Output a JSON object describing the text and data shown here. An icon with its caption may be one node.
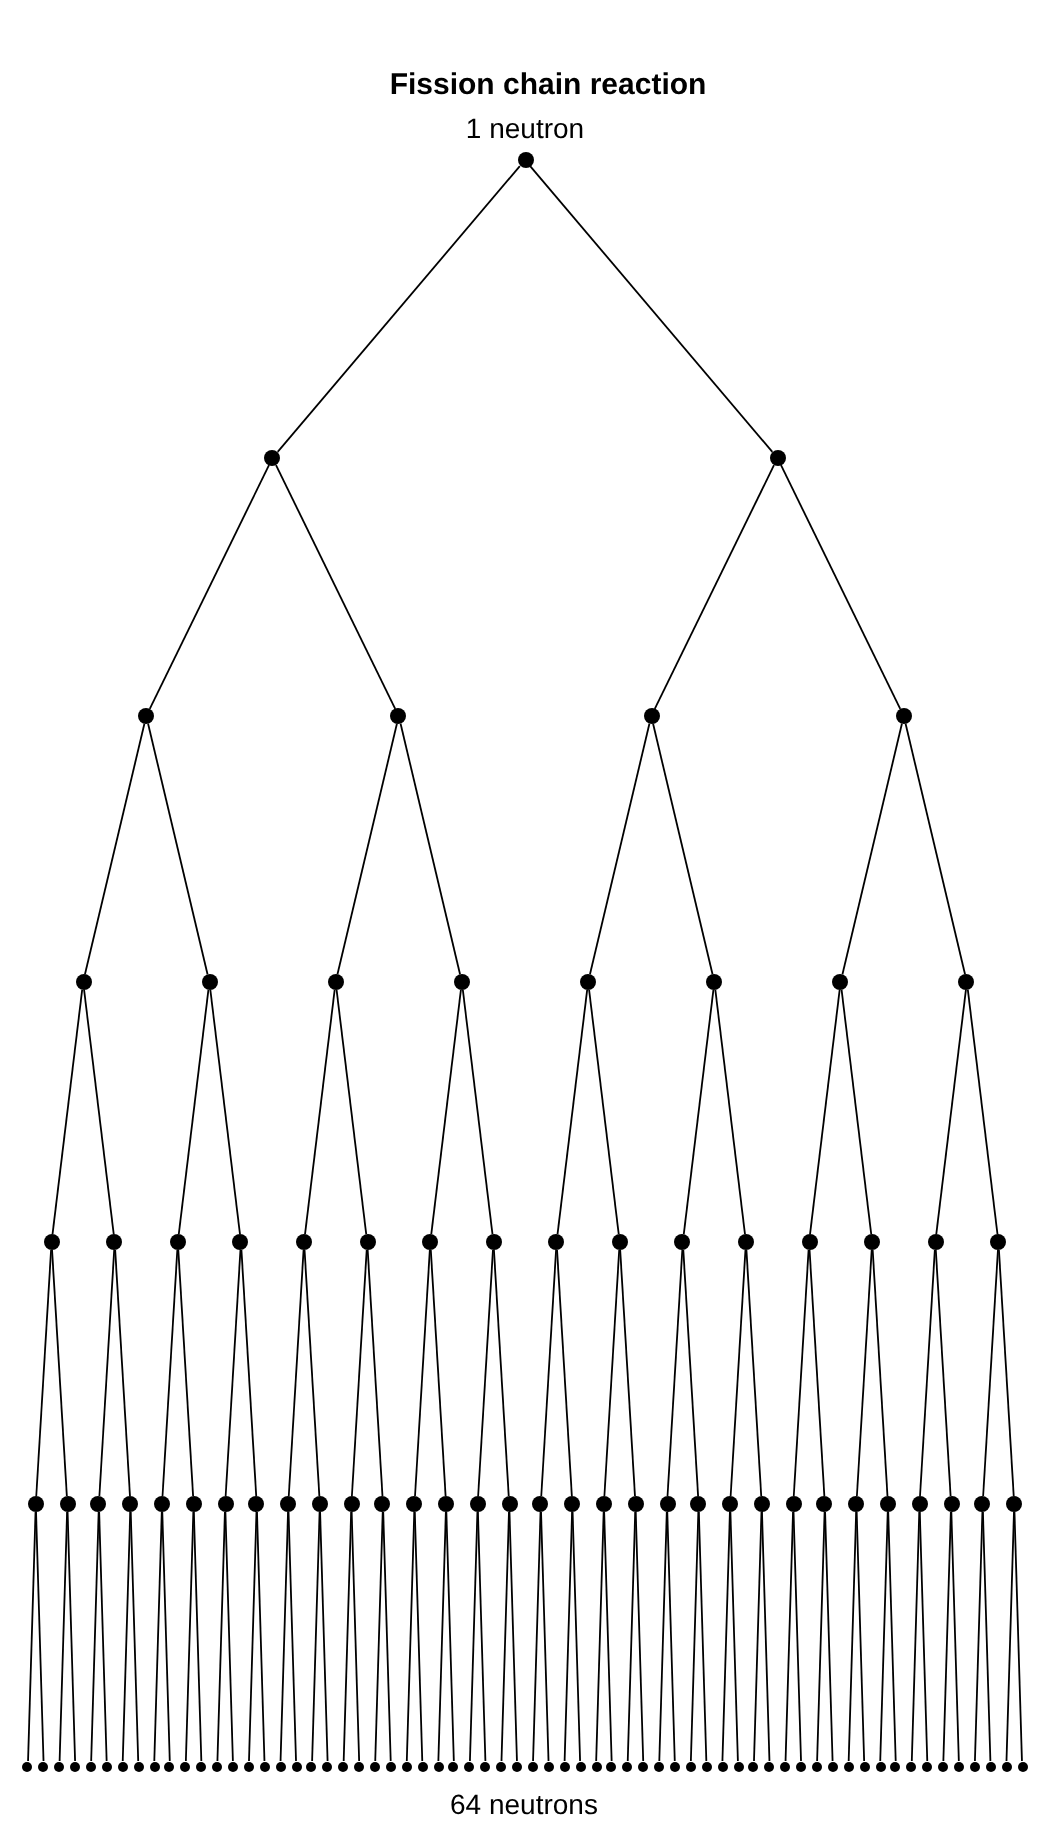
{
  "diagram": {
    "title": "Fission chain reaction",
    "nodes": [
      {
        "text": [],
        "shape": "circle",
        "beside": [
          "1 neutron"
        ]
      },
      {
        "text": [],
        "shape": "circle"
      },
      {
        "text": [],
        "shape": "circle"
      },
      {
        "text": [],
        "shape": "circle"
      },
      {
        "text": [],
        "shape": "circle"
      },
      {
        "text": [],
        "shape": "circle"
      },
      {
        "text": [],
        "shape": "circle"
      },
      {
        "text": [],
        "shape": "circle"
      },
      {
        "text": [],
        "shape": "circle"
      },
      {
        "text": [],
        "shape": "circle"
      },
      {
        "text": [],
        "shape": "circle"
      },
      {
        "text": [],
        "shape": "circle"
      },
      {
        "text": [],
        "shape": "circle"
      },
      {
        "text": [],
        "shape": "circle"
      },
      {
        "text": [],
        "shape": "circle"
      },
      {
        "text": [],
        "shape": "circle"
      },
      {
        "text": [],
        "shape": "circle"
      },
      {
        "text": [],
        "shape": "circle"
      },
      {
        "text": [],
        "shape": "circle"
      },
      {
        "text": [],
        "shape": "circle"
      },
      {
        "text": [],
        "shape": "circle"
      },
      {
        "text": [],
        "shape": "circle"
      },
      {
        "text": [],
        "shape": "circle"
      },
      {
        "text": [],
        "shape": "circle"
      },
      {
        "text": [],
        "shape": "circle"
      },
      {
        "text": [],
        "shape": "circle"
      },
      {
        "text": [],
        "shape": "circle"
      },
      {
        "text": [],
        "shape": "circle"
      },
      {
        "text": [],
        "shape": "circle"
      },
      {
        "text": [],
        "shape": "circle"
      },
      {
        "text": [],
        "shape": "circle"
      },
      {
        "text": [],
        "shape": "circle"
      },
      {
        "text": [],
        "shape": "circle"
      },
      {
        "text": [],
        "shape": "circle"
      },
      {
        "text": [],
        "shape": "circle"
      },
      {
        "text": [],
        "shape": "circle"
      },
      {
        "text": [],
        "shape": "circle"
      },
      {
        "text": [],
        "shape": "circle"
      },
      {
        "text": [],
        "shape": "circle"
      },
      {
        "text": [],
        "shape": "circle"
      },
      {
        "text": [],
        "shape": "circle"
      },
      {
        "text": [],
        "shape": "circle"
      },
      {
        "text": [],
        "shape": "circle"
      },
      {
        "text": [],
        "shape": "circle"
      },
      {
        "text": [],
        "shape": "circle"
      },
      {
        "text": [],
        "shape": "circle"
      },
      {
        "text": [],
        "shape": "circle"
      },
      {
        "text": [],
        "shape": "circle"
      },
      {
        "text": [],
        "shape": "circle"
      },
      {
        "text": [],
        "shape": "circle"
      },
      {
        "text": [],
        "shape": "circle"
      },
      {
        "text": [],
        "shape": "circle"
      },
      {
        "text": [],
        "shape": "circle"
      },
      {
        "text": [],
        "shape": "circle"
      },
      {
        "text": [],
        "shape": "circle"
      },
      {
        "text": [],
        "shape": "circle"
      },
      {
        "text": [],
        "shape": "circle"
      },
      {
        "text": [],
        "shape": "circle"
      },
      {
        "text": [],
        "shape": "circle"
      },
      {
        "text": [],
        "shape": "circle"
      },
      {
        "text": [],
        "shape": "circle"
      },
      {
        "text": [],
        "shape": "circle"
      },
      {
        "text": [],
        "shape": "circle"
      },
      {
        "text": [],
        "shape": "circle"
      },
      {
        "text": [],
        "shape": "circle"
      },
      {
        "text": [],
        "shape": "circle"
      },
      {
        "text": [],
        "shape": "circle"
      },
      {
        "text": [],
        "shape": "circle"
      },
      {
        "text": [],
        "shape": "circle"
      },
      {
        "text": [],
        "shape": "circle"
      },
      {
        "text": [],
        "shape": "circle"
      },
      {
        "text": [],
        "shape": "circle"
      },
      {
        "text": [],
        "shape": "circle"
      },
      {
        "text": [],
        "shape": "circle"
      },
      {
        "text": [],
        "shape": "circle"
      },
      {
        "text": [],
        "shape": "circle"
      },
      {
        "text": [],
        "shape": "circle"
      },
      {
        "text": [],
        "shape": "circle"
      },
      {
        "text": [],
        "shape": "circle"
      },
      {
        "text": [],
        "shape": "circle"
      },
      {
        "text": [],
        "shape": "circle"
      },
      {
        "text": [],
        "shape": "circle"
      },
      {
        "text": [],
        "shape": "circle"
      },
      {
        "text": [],
        "shape": "circle"
      },
      {
        "text": [],
        "shape": "circle"
      },
      {
        "text": [],
        "shape": "circle"
      },
      {
        "text": [],
        "shape": "circle"
      },
      {
        "text": [],
        "shape": "circle"
      },
      {
        "text": [],
        "shape": "circle"
      },
      {
        "text": [],
        "shape": "circle"
      },
      {
        "text": [],
        "shape": "circle"
      },
      {
        "text": [],
        "shape": "circle"
      },
      {
        "text": [],
        "shape": "circle"
      },
      {
        "text": [],
        "shape": "circle"
      },
      {
        "text": [],
        "shape": "circle"
      },
      {
        "text": [],
        "shape": "circle"
      },
      {
        "text": [],
        "shape": "circle"
      },
      {
        "text": [],
        "shape": "circle"
      },
      {
        "text": [],
        "shape": "circle"
      },
      {
        "text": [],
        "shape": "circle"
      },
      {
        "text": [],
        "shape": "circle"
      },
      {
        "text": [],
        "shape": "circle"
      },
      {
        "text": [],
        "shape": "circle"
      },
      {
        "text": [],
        "shape": "circle"
      },
      {
        "text": [],
        "shape": "circle"
      },
      {
        "text": [],
        "shape": "circle"
      },
      {
        "text": [],
        "shape": "circle"
      },
      {
        "text": [],
        "shape": "circle"
      },
      {
        "text": [],
        "shape": "circle"
      },
      {
        "text": [],
        "shape": "circle"
      },
      {
        "text": [],
        "shape": "circle"
      },
      {
        "text": [],
        "shape": "circle"
      },
      {
        "text": [],
        "shape": "circle"
      },
      {
        "text": [],
        "shape": "circle"
      },
      {
        "text": [],
        "shape": "circle"
      },
      {
        "text": [],
        "shape": "circle"
      },
      {
        "text": [],
        "shape": "circle"
      },
      {
        "text": [],
        "shape": "circle"
      },
      {
        "text": [],
        "shape": "circle"
      },
      {
        "text": [],
        "shape": "circle"
      },
      {
        "text": [],
        "shape": "circle"
      },
      {
        "text": [],
        "shape": "circle"
      },
      {
        "text": [],
        "shape": "circle"
      },
      {
        "text": [],
        "shape": "circle"
      },
      {
        "text": [],
        "shape": "circle"
      },
      {
        "text": [],
        "shape": "circle"
      },
      {
        "text": [],
        "shape": "circle"
      }
    ],
    "edges": [
      {
        "from": 0,
        "to": 1,
        "arrow": "none"
      },
      {
        "from": 0,
        "to": 2,
        "arrow": "none"
      },
      {
        "from": 1,
        "to": 3,
        "arrow": "none"
      },
      {
        "from": 1,
        "to": 4,
        "arrow": "none"
      },
      {
        "from": 2,
        "to": 5,
        "arrow": "none"
      },
      {
        "from": 2,
        "to": 6,
        "arrow": "none"
      },
      {
        "from": 3,
        "to": 7,
        "arrow": "none"
      },
      {
        "from": 3,
        "to": 8,
        "arrow": "none"
      },
      {
        "from": 4,
        "to": 9,
        "arrow": "none"
      },
      {
        "from": 4,
        "to": 10,
        "arrow": "none"
      },
      {
        "from": 5,
        "to": 11,
        "arrow": "none"
      },
      {
        "from": 5,
        "to": 12,
        "arrow": "none"
      },
      {
        "from": 6,
        "to": 13,
        "arrow": "none"
      },
      {
        "from": 6,
        "to": 14,
        "arrow": "none"
      },
      {
        "from": 7,
        "to": 15,
        "arrow": "none"
      },
      {
        "from": 7,
        "to": 16,
        "arrow": "none"
      },
      {
        "from": 8,
        "to": 17,
        "arrow": "none"
      },
      {
        "from": 8,
        "to": 18,
        "arrow": "none"
      },
      {
        "from": 9,
        "to": 19,
        "arrow": "none"
      },
      {
        "from": 9,
        "to": 20,
        "arrow": "none"
      },
      {
        "from": 10,
        "to": 21,
        "arrow": "none"
      },
      {
        "from": 10,
        "to": 22,
        "arrow": "none"
      },
      {
        "from": 11,
        "to": 23,
        "arrow": "none"
      },
      {
        "from": 11,
        "to": 24,
        "arrow": "none"
      },
      {
        "from": 12,
        "to": 25,
        "arrow": "none"
      },
      {
        "from": 12,
        "to": 26,
        "arrow": "none"
      },
      {
        "from": 13,
        "to": 27,
        "arrow": "none"
      },
      {
        "from": 13,
        "to": 28,
        "arrow": "none"
      },
      {
        "from": 14,
        "to": 29,
        "arrow": "none"
      },
      {
        "from": 14,
        "to": 30,
        "arrow": "none"
      },
      {
        "from": 15,
        "to": 31,
        "arrow": "none"
      },
      {
        "from": 15,
        "to": 32,
        "arrow": "none"
      },
      {
        "from": 16,
        "to": 33,
        "arrow": "none"
      },
      {
        "from": 16,
        "to": 34,
        "arrow": "none"
      },
      {
        "from": 17,
        "to": 35,
        "arrow": "none"
      },
      {
        "from": 17,
        "to": 36,
        "arrow": "none"
      },
      {
        "from": 18,
        "to": 37,
        "arrow": "none"
      },
      {
        "from": 18,
        "to": 38,
        "arrow": "none"
      },
      {
        "from": 19,
        "to": 39,
        "arrow": "none"
      },
      {
        "from": 19,
        "to": 40,
        "arrow": "none"
      },
      {
        "from": 20,
        "to": 41,
        "arrow": "none"
      },
      {
        "from": 20,
        "to": 42,
        "arrow": "none"
      },
      {
        "from": 21,
        "to": 43,
        "arrow": "none"
      },
      {
        "from": 21,
        "to": 44,
        "arrow": "none"
      },
      {
        "from": 22,
        "to": 45,
        "arrow": "none"
      },
      {
        "from": 22,
        "to": 46,
        "arrow": "none"
      },
      {
        "from": 23,
        "to": 47,
        "arrow": "none"
      },
      {
        "from": 23,
        "to": 48,
        "arrow": "none"
      },
      {
        "from": 24,
        "to": 49,
        "arrow": "none"
      },
      {
        "from": 24,
        "to": 50,
        "arrow": "none"
      },
      {
        "from": 25,
        "to": 51,
        "arrow": "none"
      },
      {
        "from": 25,
        "to": 52,
        "arrow": "none"
      },
      {
        "from": 26,
        "to": 53,
        "arrow": "none"
      },
      {
        "from": 26,
        "to": 54,
        "arrow": "none"
      },
      {
        "from": 27,
        "to": 55,
        "arrow": "none"
      },
      {
        "from": 27,
        "to": 56,
        "arrow": "none"
      },
      {
        "from": 28,
        "to": 57,
        "arrow": "none"
      },
      {
        "from": 28,
        "to": 58,
        "arrow": "none"
      },
      {
        "from": 29,
        "to": 59,
        "arrow": "none"
      },
      {
        "from": 29,
        "to": 60,
        "arrow": "none"
      },
      {
        "from": 30,
        "to": 61,
        "arrow": "none"
      },
      {
        "from": 30,
        "to": 62,
        "arrow": "none"
      },
      {
        "from": 31,
        "to": 63,
        "arrow": "none"
      },
      {
        "from": 31,
        "to": 64,
        "arrow": "none"
      },
      {
        "from": 32,
        "to": 65,
        "arrow": "none"
      },
      {
        "from": 32,
        "to": 66,
        "arrow": "none"
      },
      {
        "from": 33,
        "to": 67,
        "arrow": "none"
      },
      {
        "from": 33,
        "to": 68,
        "arrow": "none"
      },
      {
        "from": 34,
        "to": 69,
        "arrow": "none"
      },
      {
        "from": 34,
        "to": 70,
        "arrow": "none"
      },
      {
        "from": 35,
        "to": 71,
        "arrow": "none"
      },
      {
        "from": 35,
        "to": 72,
        "arrow": "none"
      },
      {
        "from": 36,
        "to": 73,
        "arrow": "none"
      },
      {
        "from": 36,
        "to": 74,
        "arrow": "none"
      },
      {
        "from": 37,
        "to": 75,
        "arrow": "none"
      },
      {
        "from": 37,
        "to": 76,
        "arrow": "none"
      },
      {
        "from": 38,
        "to": 77,
        "arrow": "none"
      },
      {
        "from": 38,
        "to": 78,
        "arrow": "none"
      },
      {
        "from": 39,
        "to": 79,
        "arrow": "none"
      },
      {
        "from": 39,
        "to": 80,
        "arrow": "none"
      },
      {
        "from": 40,
        "to": 81,
        "arrow": "none"
      },
      {
        "from": 40,
        "to": 82,
        "arrow": "none"
      },
      {
        "from": 41,
        "to": 83,
        "arrow": "none"
      },
      {
        "from": 41,
        "to": 84,
        "arrow": "none"
      },
      {
        "from": 42,
        "to": 85,
        "arrow": "none"
      },
      {
        "from": 42,
        "to": 86,
        "arrow": "none"
      },
      {
        "from": 43,
        "to": 87,
        "arrow": "none"
      },
      {
        "from": 43,
        "to": 88,
        "arrow": "none"
      },
      {
        "from": 44,
        "to": 89,
        "arrow": "none"
      },
      {
        "from": 44,
        "to": 90,
        "arrow": "none"
      },
      {
        "from": 45,
        "to": 91,
        "arrow": "none"
      },
      {
        "from": 45,
        "to": 92,
        "arrow": "none"
      },
      {
        "from": 46,
        "to": 93,
        "arrow": "none"
      },
      {
        "from": 46,
        "to": 94,
        "arrow": "none"
      },
      {
        "from": 47,
        "to": 95,
        "arrow": "none"
      },
      {
        "from": 47,
        "to": 96,
        "arrow": "none"
      },
      {
        "from": 48,
        "to": 97,
        "arrow": "none"
      },
      {
        "from": 48,
        "to": 98,
        "arrow": "none"
      },
      {
        "from": 49,
        "to": 99,
        "arrow": "none"
      },
      {
        "from": 49,
        "to": 100,
        "arrow": "none"
      },
      {
        "from": 50,
        "to": 101,
        "arrow": "none"
      },
      {
        "from": 50,
        "to": 102,
        "arrow": "none"
      },
      {
        "from": 51,
        "to": 103,
        "arrow": "none"
      },
      {
        "from": 51,
        "to": 104,
        "arrow": "none"
      },
      {
        "from": 52,
        "to": 105,
        "arrow": "none"
      },
      {
        "from": 52,
        "to": 106,
        "arrow": "none"
      },
      {
        "from": 53,
        "to": 107,
        "arrow": "none"
      },
      {
        "from": 53,
        "to": 108,
        "arrow": "none"
      },
      {
        "from": 54,
        "to": 109,
        "arrow": "none"
      },
      {
        "from": 54,
        "to": 110,
        "arrow": "none"
      },
      {
        "from": 55,
        "to": 111,
        "arrow": "none"
      },
      {
        "from": 55,
        "to": 112,
        "arrow": "none"
      },
      {
        "from": 56,
        "to": 113,
        "arrow": "none"
      },
      {
        "from": 56,
        "to": 114,
        "arrow": "none"
      },
      {
        "from": 57,
        "to": 115,
        "arrow": "none"
      },
      {
        "from": 57,
        "to": 116,
        "arrow": "none"
      },
      {
        "from": 58,
        "to": 117,
        "arrow": "none"
      },
      {
        "from": 58,
        "to": 118,
        "arrow": "none"
      },
      {
        "from": 59,
        "to": 119,
        "arrow": "none"
      },
      {
        "from": 59,
        "to": 120,
        "arrow": "none"
      },
      {
        "from": 60,
        "to": 121,
        "arrow": "none"
      },
      {
        "from": 60,
        "to": 122,
        "arrow": "none"
      },
      {
        "from": 61,
        "to": 123,
        "arrow": "none"
      },
      {
        "from": 61,
        "to": 124,
        "arrow": "none"
      },
      {
        "from": 62,
        "to": 125,
        "arrow": "none"
      },
      {
        "from": 62,
        "to": 126,
        "arrow": "none"
      }
    ],
    "labels": [
      "64 neutrons"
    ]
  }
}
